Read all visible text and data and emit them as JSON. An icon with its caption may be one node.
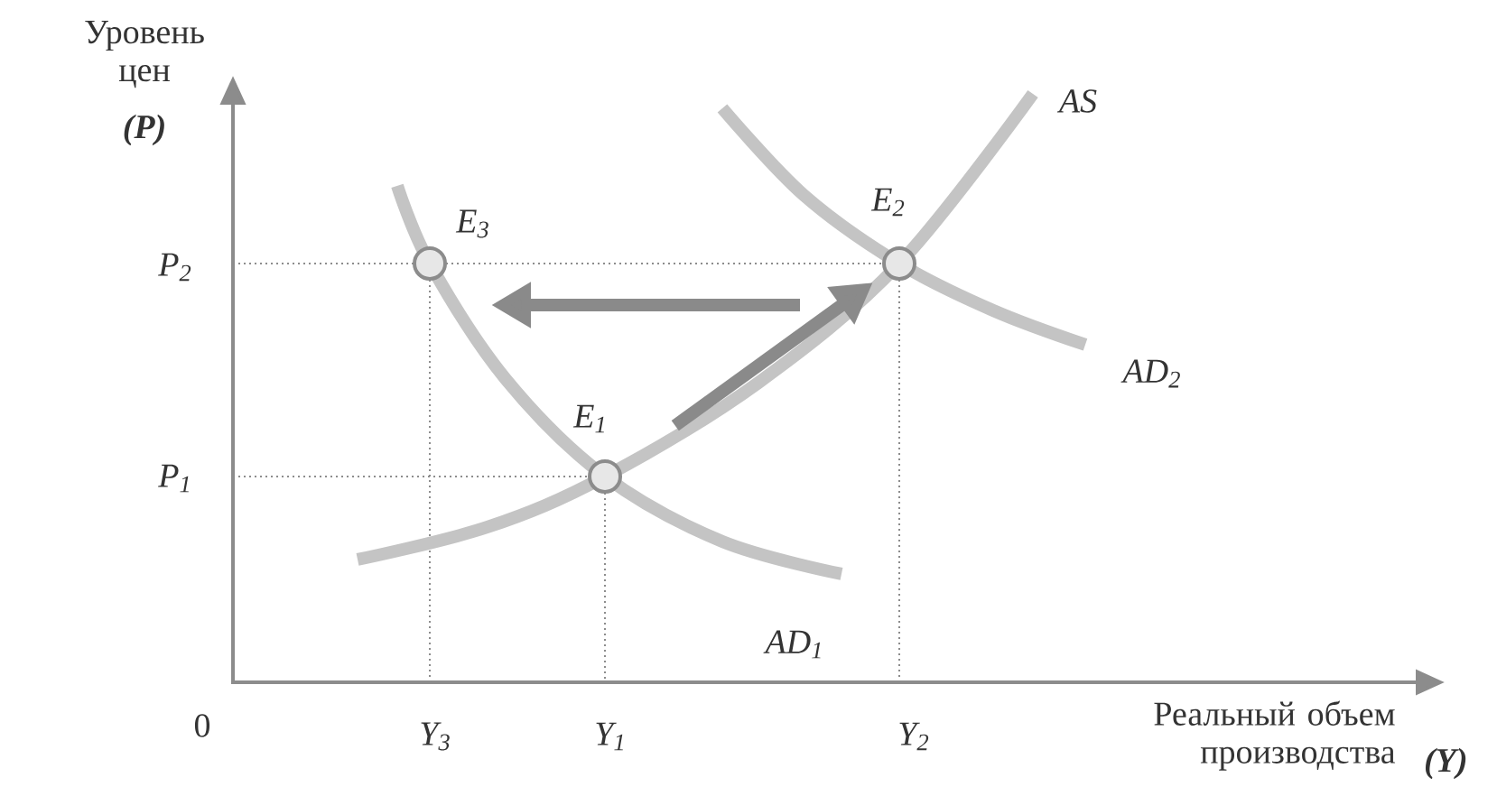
{
  "diagram": {
    "nodes": [
      {
        "text": [
          "E$_{3}$"
        ]
      },
      {
        "text": [
          "E$_{2}$"
        ]
      },
      {
        "text": [
          "E$_{1}$"
        ]
      }
    ],
    "edges": [
      {
        "from": 2,
        "to": 1,
        "arrow": "to"
      },
      {
        "from": 1,
        "to": 0,
        "arrow": "to"
      }
    ],
    "labels": [
      "Уровень цен",
      "(P)",
      "AS",
      "P$_{2}$",
      "AD$_{2}$",
      "P$_{1}$",
      "AD$_{1}$",
      "0",
      "Y$_{3}$",
      "Y$_{1}$",
      "Y$_{2}$",
      "Реальный объем производства",
      "(Y)"
    ]
  }
}
